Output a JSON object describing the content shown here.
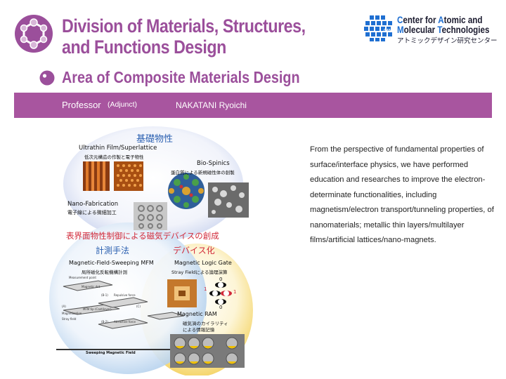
{
  "header": {
    "title_line1": "Division of Materials, Structures,",
    "title_line2": "and Functions Design"
  },
  "logo": {
    "line1_a": "C",
    "line1_b": "enter for ",
    "line1_c": "A",
    "line1_d": "tomic and",
    "line2_a": "M",
    "line2_b": "olecular ",
    "line2_c": "T",
    "line2_d": "echnologies",
    "subtitle": "アトミックデザイン研究センター",
    "badge": "CAMT"
  },
  "section": {
    "title": "Area of Composite Materials Design"
  },
  "professor_bar": {
    "role": "Professor",
    "qualifier": "(Adjunct)",
    "name": "NAKATANI Ryoichi"
  },
  "figure": {
    "top_heading": "基礎物性",
    "ultrathin": "Ultrathin Film/Superlattice",
    "ultrathin_jp": "低次元構造の作製と電子物性",
    "biospinics": "Bio-Spinics",
    "biospinics_jp": "蛋白質による新規磁性体の創製",
    "nanofab": "Nano-Fabrication",
    "nanofab_jp": "電子線による微細加工",
    "center_heading": "表界面物性制御による磁気デバイスの創成",
    "measure_heading": "計測手法",
    "device_heading": "デバイス化",
    "mfm": "Magnetic-Field-Sweeping MFM",
    "mfm_jp": "局所磁化反転機構計測",
    "logic": "Magnetic Logic Gate",
    "logic_jp": "Stray Fieldによる論理演算",
    "mram": "Magnetic RAM",
    "mram_jp1": "磁気渦のカイラリティ",
    "mram_jp2": "による情報記憶",
    "sweep": "Sweeping Magnetic Field",
    "meas_point": "Measurement point",
    "mag_dot": "Magnetic dot",
    "repulsive": "Repulsive force",
    "attractive": "Attractive force",
    "mfm_tip": "MFM tip (Cantilever)",
    "magnetization": "Magnetization",
    "stray_field": "Stray field",
    "label_a": "(A)",
    "label_b1": "(B-1)",
    "label_b2": "(B-2)",
    "label_c": "(C)",
    "bit0": "0",
    "bit1": "1"
  },
  "description": "From the perspective of fundamental properties of surface/interface physics, we have performed education and researches to improve the electron-determinate functionalities, including magnetism/electron transport/tunneling properties, of nanomaterials; metallic thin layers/multilayer films/artificial lattices/nano-magnets.",
  "colors": {
    "accent": "#9b4f9b",
    "bar": "#a8559f",
    "logo_blue": "#1f6fd1",
    "figure_blue": "#2a5fb0",
    "figure_red": "#d12a3a"
  }
}
